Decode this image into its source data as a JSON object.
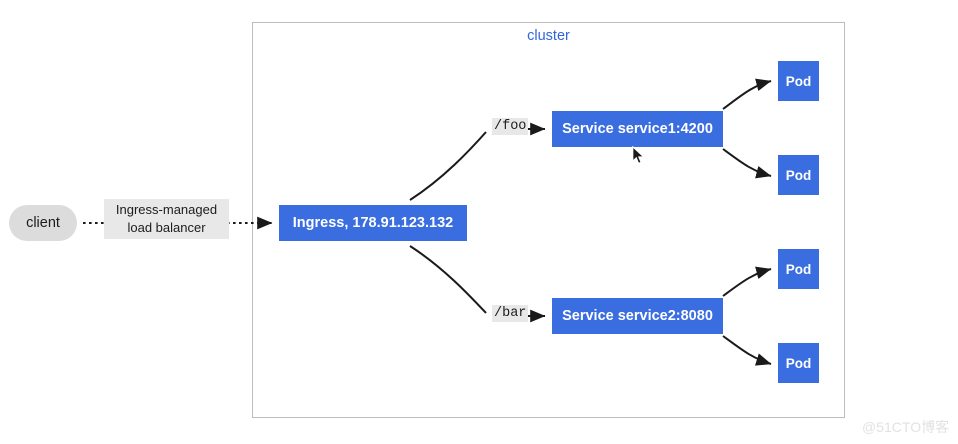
{
  "diagram": {
    "cluster_label": "cluster",
    "client": {
      "label": "client"
    },
    "load_balancer_label": {
      "line1": "Ingress-managed",
      "line2": "load balancer"
    },
    "ingress": {
      "label": "Ingress, 178.91.123.132"
    },
    "routes": [
      {
        "path_label": "/foo",
        "service_label": "Service service1:4200"
      },
      {
        "path_label": "/bar",
        "service_label": "Service service2:8080"
      }
    ],
    "pods": [
      {
        "label": "Pod"
      },
      {
        "label": "Pod"
      },
      {
        "label": "Pod"
      },
      {
        "label": "Pod"
      }
    ],
    "watermark": "@51CTO博客",
    "colors": {
      "node_blue": "#3a6ddf",
      "cluster_label_blue": "#3366dd",
      "client_gray": "#dcdcdc",
      "label_gray": "#e8e8e8",
      "border_gray": "#bdbdbd",
      "edge_black": "#1a1a1a",
      "watermark_gray": "#e2e2e2"
    }
  }
}
